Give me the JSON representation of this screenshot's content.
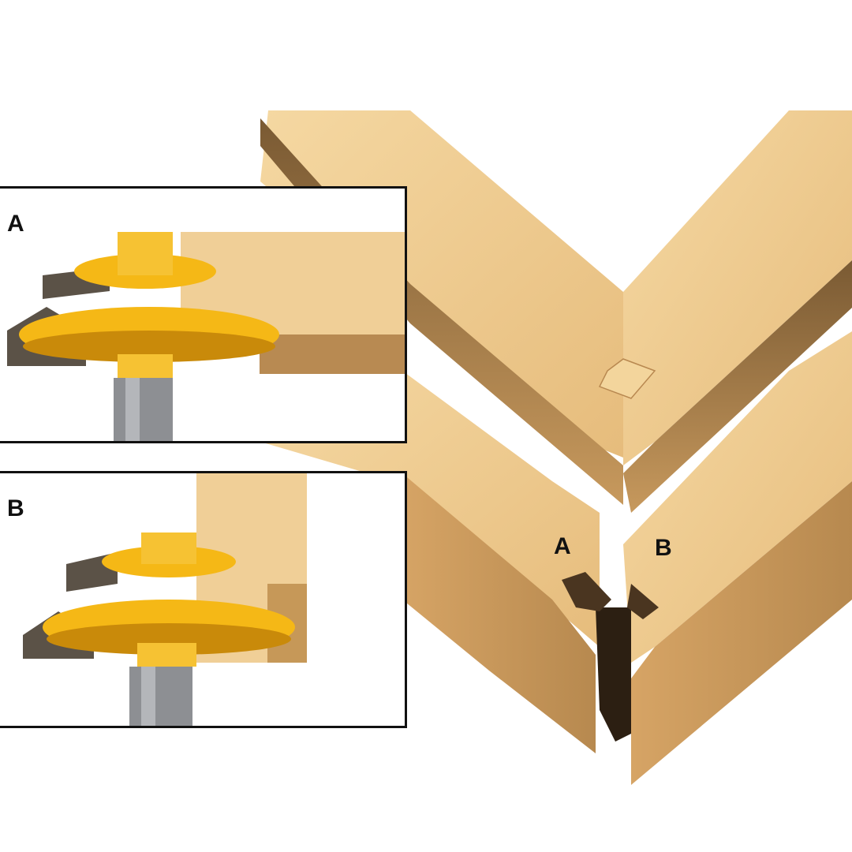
{
  "panels": {
    "a": {
      "label": "A"
    },
    "b": {
      "label": "B"
    }
  },
  "joint": {
    "label_a": "A",
    "label_b": "B"
  },
  "colors": {
    "wood_light": "#f1cf94",
    "wood_mid": "#e2b573",
    "wood_dark": "#b88850",
    "bit_yellow": "#f5b816",
    "bit_shadow": "#c98a0a",
    "carbide": "#5b5247",
    "shank": "#8d8f93",
    "frame": "#111111"
  }
}
